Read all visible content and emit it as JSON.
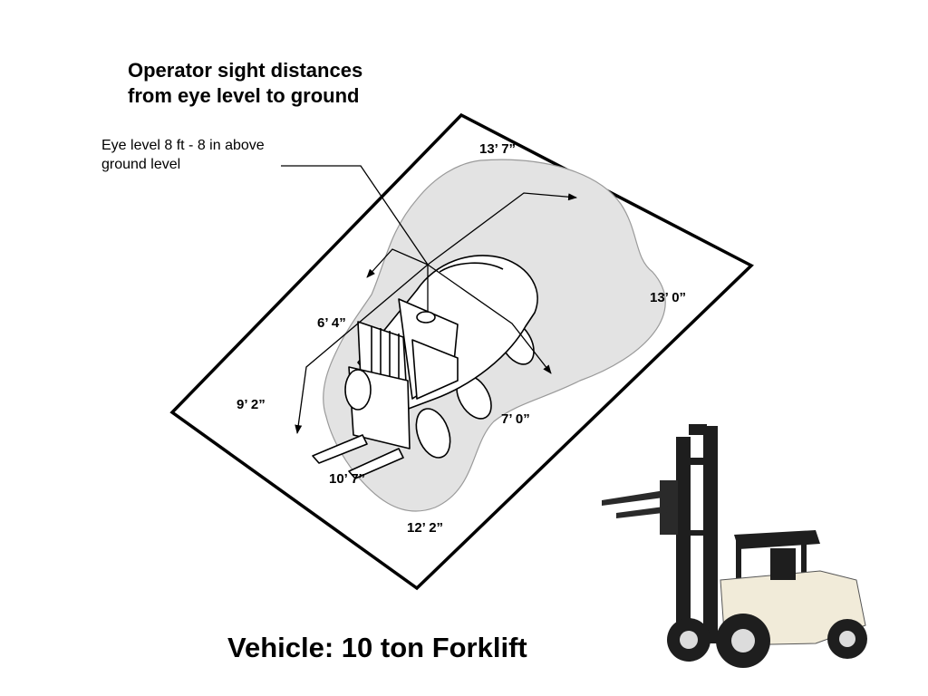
{
  "title": {
    "line1": "Operator sight distances",
    "line2": "from  eye level to ground"
  },
  "eye_level_note": {
    "line1": "Eye level 8 ft - 8 in above",
    "line2": "ground level"
  },
  "distances": {
    "top": "13’ 7”",
    "right_upper": "13’ 0”",
    "left_upper": "6’ 4”",
    "left_lower": "9’ 2”",
    "right_lower": "7’ 0”",
    "front_center": "10’ 7”",
    "front_bottom": "12’ 2”"
  },
  "vehicle_caption": "Vehicle: 10 ton Forklift",
  "colors": {
    "blind_zone_fill": "#e3e3e3",
    "outline": "#000000",
    "forklift_body": "#f1ebd9",
    "forklift_mast": "#1e1e1e"
  }
}
